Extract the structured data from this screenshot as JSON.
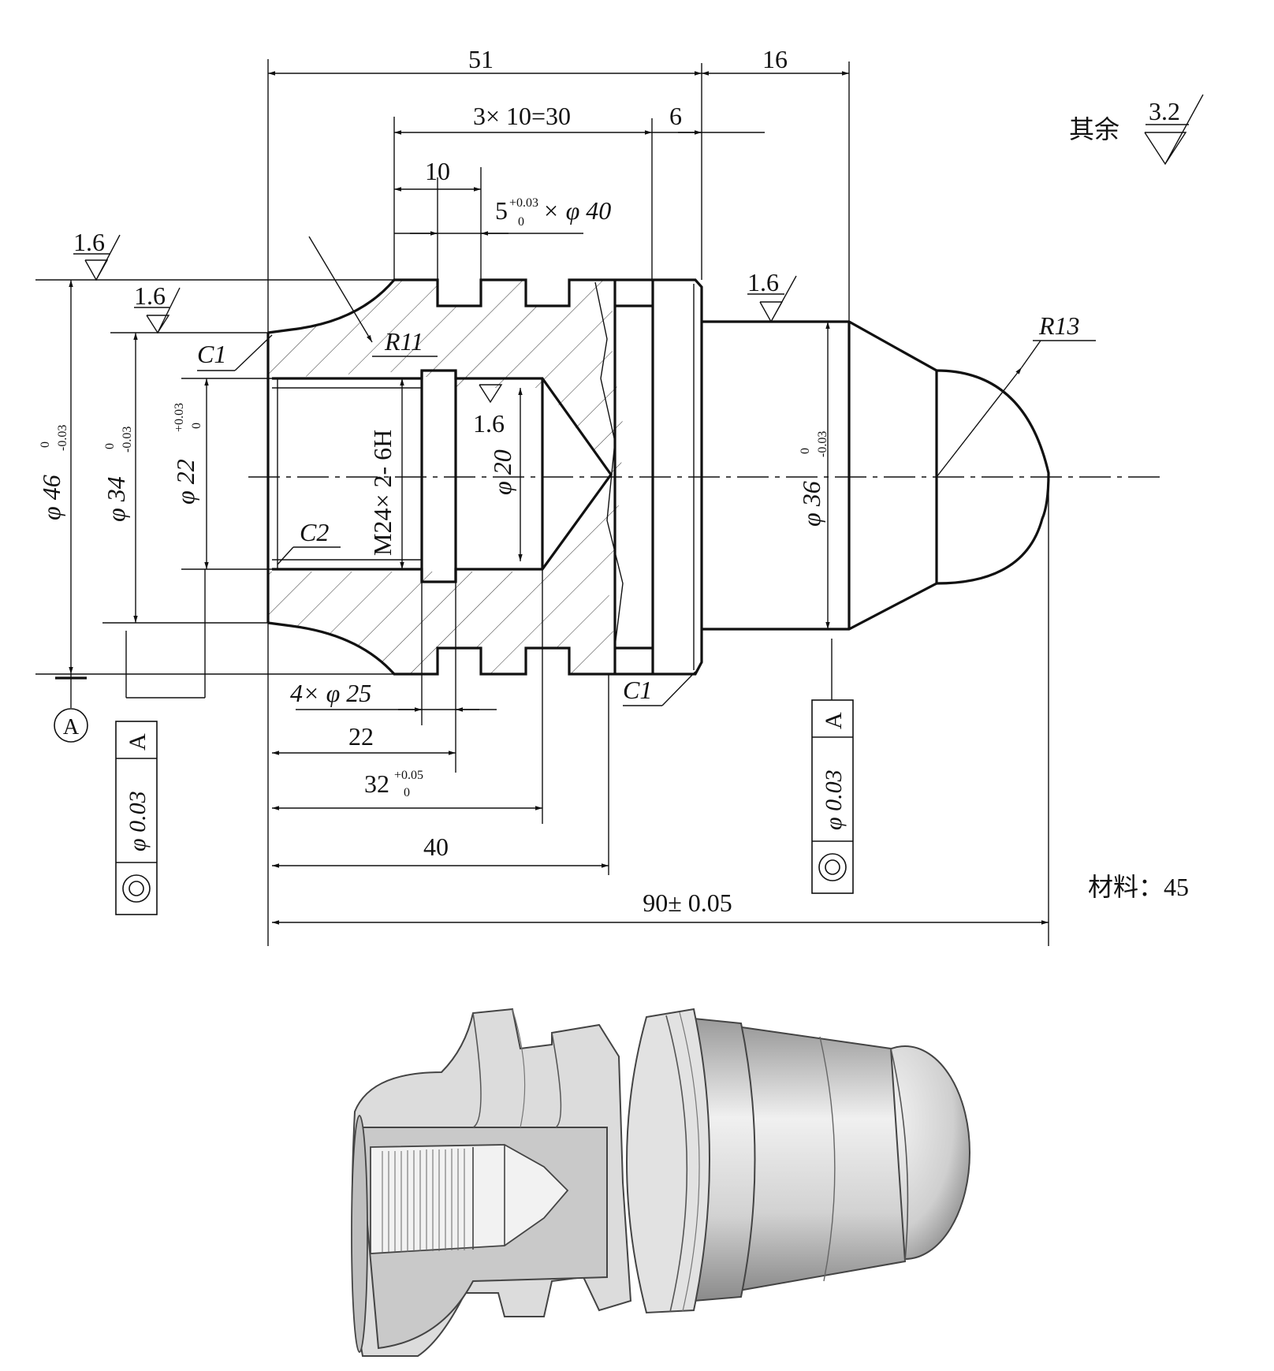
{
  "drawing": {
    "other_surfaces_label": "其余",
    "other_surfaces_roughness": "3.2",
    "material_label": "材料：45",
    "colors": {
      "line": "#111111",
      "background": "#ffffff",
      "model_face": "#d9d9d9",
      "model_edge": "#555555"
    }
  },
  "dimensions": {
    "overall_left": "51",
    "overall_right": "16",
    "grooves_pitch": "3× 10=30",
    "groove_offset": "6",
    "groove_first": "10",
    "groove_width_main": "5",
    "groove_width_tol_upper": "+0.03",
    "groove_width_tol_lower": "0",
    "groove_diameter": "× φ 40",
    "roughness_top": "1.6",
    "roughness_bore": "1.6",
    "roughness_neck": "1.6",
    "roughness_inner": "1.6",
    "dia_46_main": "φ 46",
    "dia_46_tol_upper": "0",
    "dia_46_tol_lower": "-0.03",
    "dia_34_main": "φ 34",
    "dia_34_tol_upper": "0",
    "dia_34_tol_lower": "-0.03",
    "dia_22_main": "φ 22",
    "dia_22_tol_upper": "+0.03",
    "dia_22_tol_lower": "0",
    "dia_36_main": "φ 36",
    "dia_36_tol_upper": "0",
    "dia_36_tol_lower": "-0.03",
    "thread": "M24× 2- 6H",
    "dia_20": "φ 20",
    "radius_11": "R11",
    "radius_13": "R13",
    "chamfer_c1_top": "C1",
    "chamfer_c2": "C2",
    "chamfer_c1_bottom": "C1",
    "undercut": "4× φ 25",
    "len_22": "22",
    "len_32_main": "32",
    "len_32_tol_upper": "+0.05",
    "len_32_tol_lower": "0",
    "len_40": "40",
    "len_total": "90± 0.05",
    "datum": "A",
    "tol_frame_left_value": "φ 0.03",
    "tol_frame_left_datum": "A",
    "tol_frame_right_value": "φ 0.03",
    "tol_frame_right_datum": "A"
  }
}
